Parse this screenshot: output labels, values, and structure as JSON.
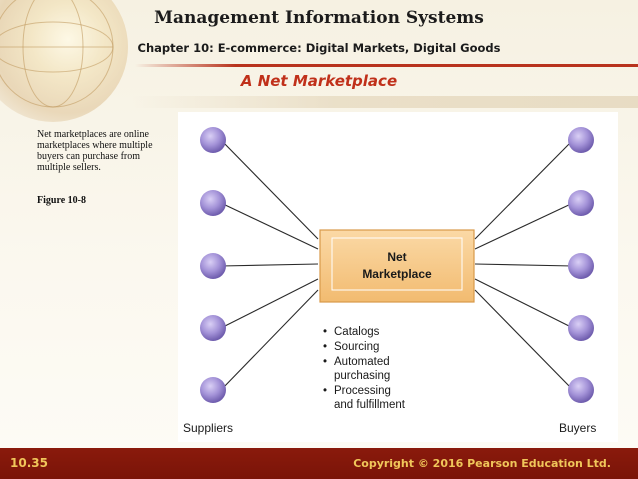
{
  "header": {
    "title": "Management Information Systems",
    "subtitle": "Chapter 10: E-commerce: Digital Markets, Digital Goods"
  },
  "slide": {
    "title": "A Net Marketplace",
    "caption": "Net marketplaces are online marketplaces where multiple buyers can purchase from multiple sellers.",
    "figure_label": "Figure 10-8"
  },
  "diagram": {
    "center_box": {
      "line1": "Net",
      "line2": "Marketplace"
    },
    "bullets": [
      "Catalogs",
      "Sourcing",
      "Automated purchasing",
      "Processing and fulfillment"
    ],
    "left_label": "Suppliers",
    "right_label": "Buyers",
    "node_color": "#a493d8",
    "box_color": "#f7c98b"
  },
  "footer": {
    "slide_number": "10.35",
    "copyright": "Copyright © 2016 Pearson Education Ltd."
  },
  "colors": {
    "accent": "#c0301a",
    "footer_bg": "#7f160a",
    "footer_text": "#f0c65a"
  }
}
